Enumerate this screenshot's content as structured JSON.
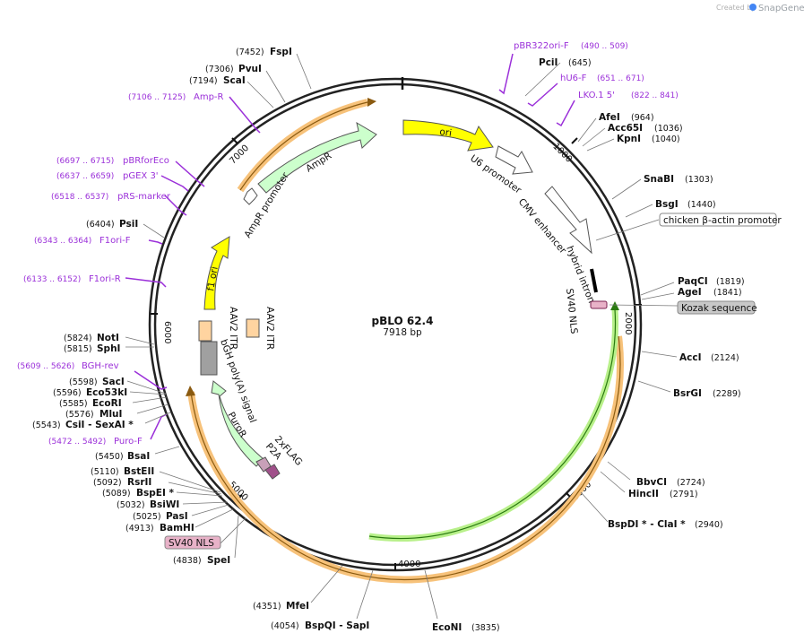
{
  "credit": {
    "prefix": "Created by",
    "brand": "SnapGene"
  },
  "plasmid": {
    "name": "pBLO 62.4",
    "length": "7918 bp"
  },
  "ticks": [
    "1000",
    "2000",
    "3000",
    "4000",
    "5000",
    "6000",
    "7000"
  ],
  "enzymes": [
    {
      "name": "FspI",
      "pos": "(7452)"
    },
    {
      "name": "PvuI",
      "pos": "(7306)"
    },
    {
      "name": "ScaI",
      "pos": "(7194)"
    },
    {
      "name": "PciI",
      "pos": "(645)"
    },
    {
      "name": "AfeI",
      "pos": "(964)"
    },
    {
      "name": "Acc65I",
      "pos": "(1036)"
    },
    {
      "name": "KpnI",
      "pos": "(1040)"
    },
    {
      "name": "SnaBI",
      "pos": "(1303)"
    },
    {
      "name": "BsgI",
      "pos": "(1440)"
    },
    {
      "name": "PaqCI",
      "pos": "(1819)"
    },
    {
      "name": "AgeI",
      "pos": "(1841)"
    },
    {
      "name": "AccI",
      "pos": "(2124)"
    },
    {
      "name": "BsrGI",
      "pos": "(2289)"
    },
    {
      "name": "BbvCI",
      "pos": "(2724)"
    },
    {
      "name": "HincII",
      "pos": "(2791)"
    },
    {
      "name": "BspDI * - ClaI *",
      "pos": "(2940)"
    },
    {
      "name": "EcoNI",
      "pos": "(3835)"
    },
    {
      "name": "BspQI - SapI",
      "pos": "(4054)"
    },
    {
      "name": "MfeI",
      "pos": "(4351)"
    },
    {
      "name": "SpeI",
      "pos": "(4838)"
    },
    {
      "name": "BamHI",
      "pos": "(4913)"
    },
    {
      "name": "PasI",
      "pos": "(5025)"
    },
    {
      "name": "BsiWI",
      "pos": "(5032)"
    },
    {
      "name": "BspEI *",
      "pos": "(5089)"
    },
    {
      "name": "RsrII",
      "pos": "(5092)"
    },
    {
      "name": "BstEII",
      "pos": "(5110)"
    },
    {
      "name": "BsaI",
      "pos": "(5450)"
    },
    {
      "name": "CsiI - SexAI *",
      "pos": "(5543)"
    },
    {
      "name": "MluI",
      "pos": "(5576)"
    },
    {
      "name": "EcoRI",
      "pos": "(5585)"
    },
    {
      "name": "Eco53kI",
      "pos": "(5596)"
    },
    {
      "name": "SacI",
      "pos": "(5598)"
    },
    {
      "name": "SphI",
      "pos": "(5815)"
    },
    {
      "name": "NotI",
      "pos": "(5824)"
    },
    {
      "name": "PsiI",
      "pos": "(6404)"
    }
  ],
  "primers": [
    {
      "name": "pBR322ori-F",
      "range": "(490 .. 509)"
    },
    {
      "name": "hU6-F",
      "range": "(651 .. 671)"
    },
    {
      "name": "LKO.1 5'",
      "range": "(822 .. 841)"
    },
    {
      "name": "Amp-R",
      "range": "(7106 .. 7125)"
    },
    {
      "name": "pBRforEco",
      "range": "(6697 .. 6715)"
    },
    {
      "name": "pGEX 3'",
      "range": "(6637 .. 6659)"
    },
    {
      "name": "pRS-marker",
      "range": "(6518 .. 6537)"
    },
    {
      "name": "F1ori-F",
      "range": "(6343 .. 6364)"
    },
    {
      "name": "F1ori-R",
      "range": "(6133 .. 6152)"
    },
    {
      "name": "BGH-rev",
      "range": "(5609 .. 5626)"
    },
    {
      "name": "Puro-F",
      "range": "(5472 .. 5492)"
    }
  ],
  "features": {
    "ori": "ori",
    "u6": "U6 promoter",
    "cmv": "CMV enhancer",
    "hybrid": "hybrid intron",
    "sv40nls_in": "SV40 NLS",
    "ampr": "AmpR",
    "ampr_promoter": "AmpR promoter",
    "f1ori": "f1 ori",
    "aav2_itr_a": "AAV2 ITR",
    "aav2_itr_b": "AAV2 ITR",
    "bgh": "bGH poly(A) signal",
    "puror": "PuroR",
    "p2a": "P2A",
    "flag": "2xFLAG"
  },
  "boxed_labels": {
    "chicken": "chicken β-actin promoter",
    "kozak": "Kozak sequence",
    "sv40": "SV40 NLS"
  },
  "colors": {
    "ori": "#ffff00",
    "promoter": "#ffffff",
    "ampr": "#ccffcc",
    "itr": "#ffd4a0",
    "polyA": "#a0a0a0",
    "primer": "#9b30d9",
    "orange_arc": "#f7c27a",
    "green_arc": "#b8f08a",
    "nls": "#e8b2c8"
  }
}
